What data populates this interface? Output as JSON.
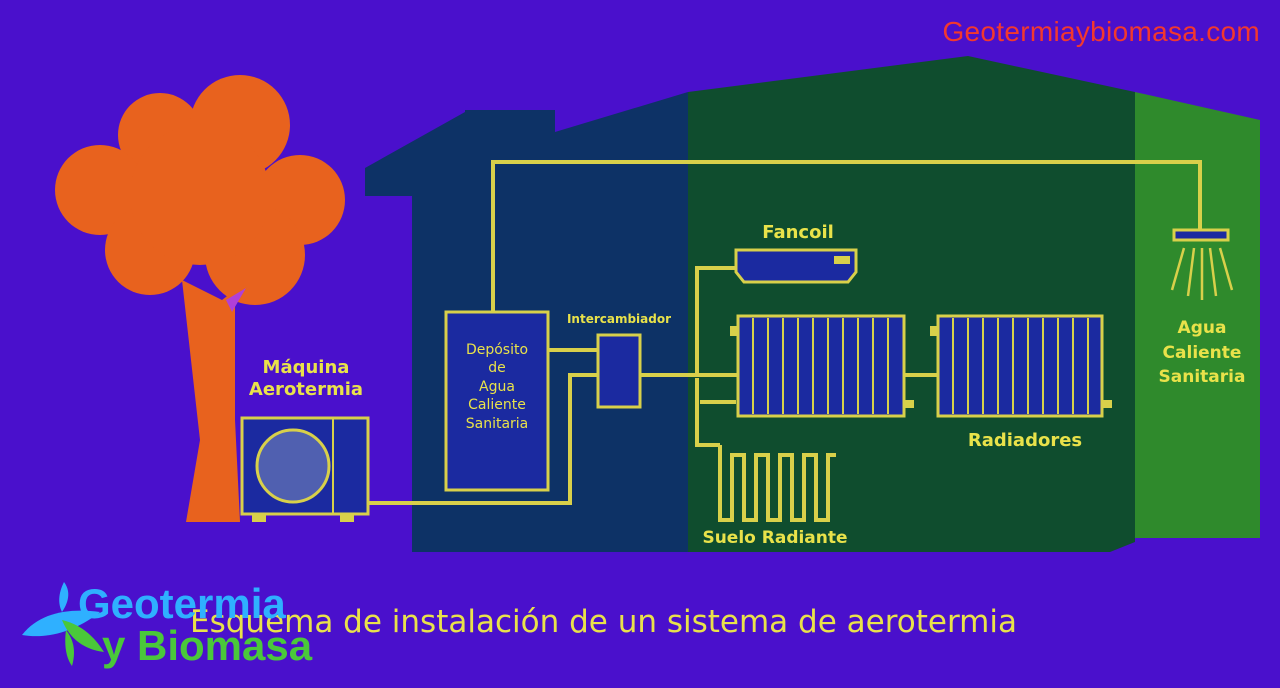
{
  "watermark": "Geotermiaybiomasa.com",
  "labels": {
    "machine": "Máquina\nAerotermia",
    "tank": "Depósito\nde\nAgua\nCaliente\nSanitaria",
    "exchanger": "Intercambiador",
    "fancoil": "Fancoil",
    "radiators": "Radiadores",
    "floor": "Suelo Radiante",
    "dhw": "Agua\nCaliente\nSanitaria"
  },
  "caption": "Esquema de instalación de un sistema de aerotermia",
  "logo": {
    "line1": "Geotermia",
    "line2": "y Biomasa"
  },
  "colors": {
    "background": "#4a10cc",
    "house_left": "#0d3266",
    "house_right": "#0f4d2e",
    "house_annex": "#2f8a2c",
    "pipe": "#d8d04a",
    "tree": "#e8621e",
    "text": "#e9e24a",
    "watermark": "#f2382e"
  }
}
